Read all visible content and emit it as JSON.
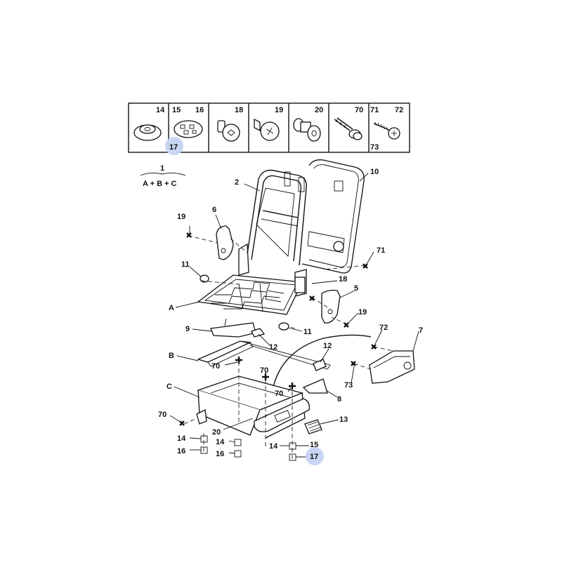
{
  "legend": {
    "cells": [
      {
        "labels": [
          "14"
        ],
        "icon": "cap-washer-icon"
      },
      {
        "labels": [
          "15",
          "16"
        ],
        "sub_label": "17",
        "icon": "clip-plate-icon"
      },
      {
        "labels": [
          "18"
        ],
        "icon": "torx-screw-icon"
      },
      {
        "labels": [
          "19"
        ],
        "icon": "phillips-screw-icon"
      },
      {
        "labels": [
          "20"
        ],
        "icon": "rivet-nut-icon"
      },
      {
        "labels": [
          "70"
        ],
        "icon": "stud-bolt-icon"
      },
      {
        "labels": [
          "71",
          "72"
        ],
        "sub_label": "73",
        "icon": "self-tapping-screw-icon"
      }
    ]
  },
  "assembly": {
    "number": "1",
    "formula": "A + B + C"
  },
  "callouts": {
    "c2": "2",
    "c10": "10",
    "c6": "6",
    "c19a": "19",
    "c71": "71",
    "c11a": "11",
    "c18": "18",
    "c5": "5",
    "cA": "A",
    "c19b": "19",
    "c9": "9",
    "c11b": "11",
    "c72": "72",
    "c7": "7",
    "c12a": "12",
    "c12b": "12",
    "cB": "B",
    "c70a": "70",
    "c70b": "70",
    "c73": "73",
    "cC": "C",
    "c70c": "70",
    "c8": "8",
    "c70d": "70",
    "c20": "20",
    "c13": "13",
    "c14a": "14",
    "c14b": "14",
    "c14c": "14",
    "c15": "15",
    "c16a": "16",
    "c16b": "16",
    "c17": "17"
  },
  "colors": {
    "highlight": "#c7d6f3",
    "line": "#111111"
  }
}
